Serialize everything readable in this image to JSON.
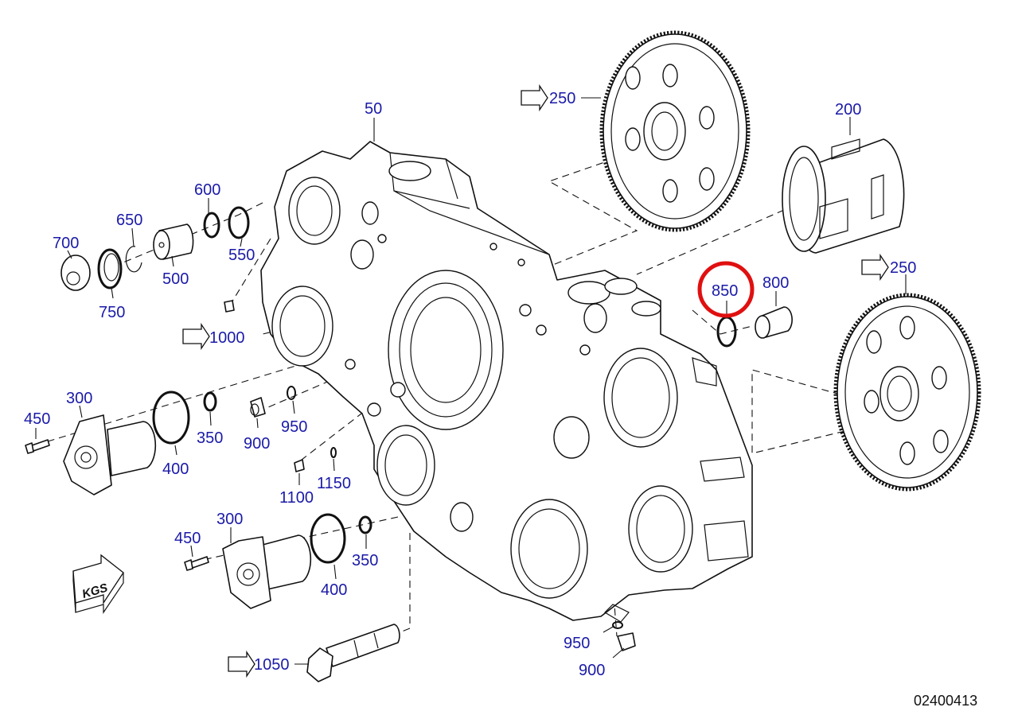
{
  "callouts": [
    {
      "text": "50",
      "highlight": false
    },
    {
      "text": "250",
      "highlight": false
    },
    {
      "text": "200",
      "highlight": false
    },
    {
      "text": "250",
      "highlight": false
    },
    {
      "text": "600",
      "highlight": false
    },
    {
      "text": "650",
      "highlight": false
    },
    {
      "text": "700",
      "highlight": false
    },
    {
      "text": "550",
      "highlight": false
    },
    {
      "text": "500",
      "highlight": false
    },
    {
      "text": "750",
      "highlight": false
    },
    {
      "text": "1000",
      "highlight": false
    },
    {
      "text": "850",
      "highlight": true
    },
    {
      "text": "800",
      "highlight": false
    },
    {
      "text": "300",
      "highlight": false
    },
    {
      "text": "450",
      "highlight": false
    },
    {
      "text": "350",
      "highlight": false
    },
    {
      "text": "400",
      "highlight": false
    },
    {
      "text": "900",
      "highlight": false
    },
    {
      "text": "950",
      "highlight": false
    },
    {
      "text": "1150",
      "highlight": false
    },
    {
      "text": "1100",
      "highlight": false
    },
    {
      "text": "300",
      "highlight": false
    },
    {
      "text": "450",
      "highlight": false
    },
    {
      "text": "350",
      "highlight": false
    },
    {
      "text": "400",
      "highlight": false
    },
    {
      "text": "950",
      "highlight": false
    },
    {
      "text": "900",
      "highlight": false
    },
    {
      "text": "1050",
      "highlight": false
    }
  ],
  "kgs_badge": "KGS",
  "document_number": "02400413",
  "colors": {
    "callout_text": "#1a1aa8",
    "highlight_ring": "#e01010",
    "line_art": "#111111",
    "background": "#ffffff"
  },
  "icons": [
    "reference-arrow-icon",
    "kgs-direction-arrow-icon"
  ]
}
